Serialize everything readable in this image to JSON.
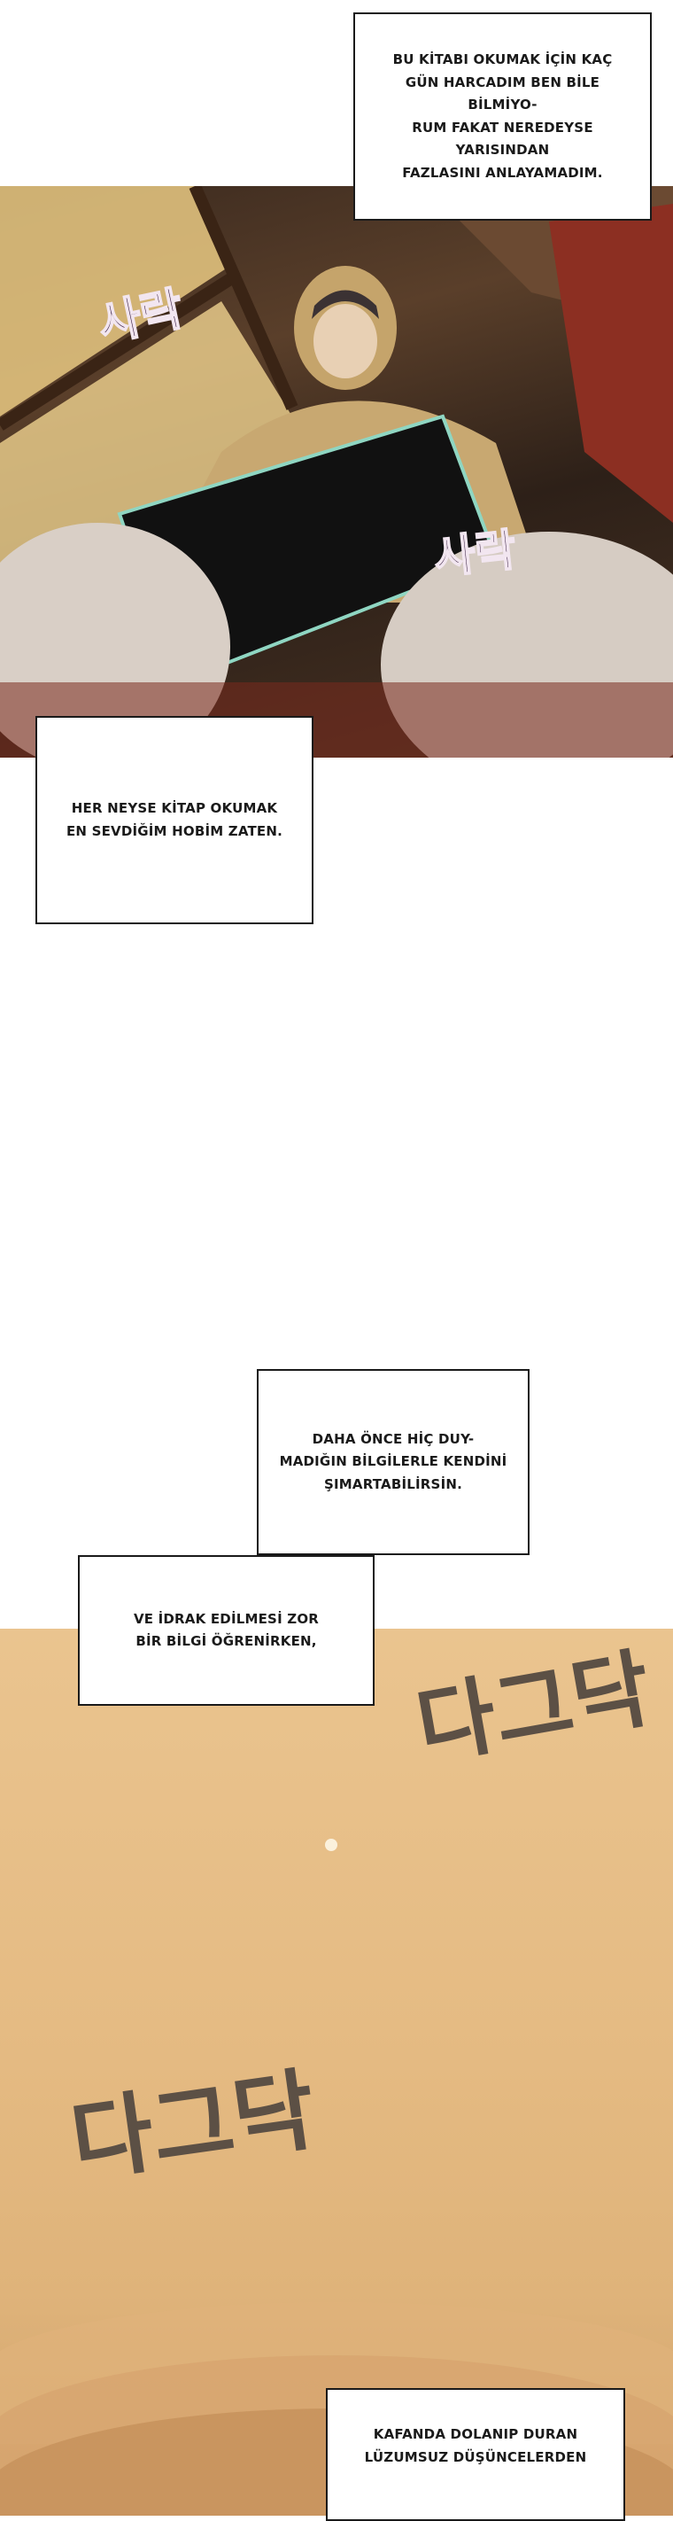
{
  "bubbles": {
    "b1": "BU KİTABI OKUMAK İÇİN KAÇ\nGÜN HARCADIM BEN BİLE BİLMİYO-\nRUM FAKAT NEREDEYSE YARISINDAN\nFAZLASINI ANLAYAMADIM.",
    "b2": "HER NEYSE KİTAP OKUMAK\nEN SEVDİĞİM HOBİM ZATEN.",
    "b3": "DAHA ÖNCE HİÇ DUY-\nMADIĞIN BİLGİLERLE KENDİNİ\nŞIMARTABİLİRSİN.",
    "b4": "VE İDRAK EDİLMESİ ZOR\nBİR BİLGİ ÖĞRENİRKEN,",
    "b5": "KAFANDA DOLANIP DURAN\nLÜZUMSUZ DÜŞÜNCELERDEN"
  },
  "sfx": {
    "s1": "사락",
    "s2": "사락",
    "s3": "다그닥",
    "s4": "다그닥"
  },
  "colors": {
    "desert": "#e5bb83",
    "library": "#3b2a1f",
    "sfx_purple": "#3e2446"
  }
}
